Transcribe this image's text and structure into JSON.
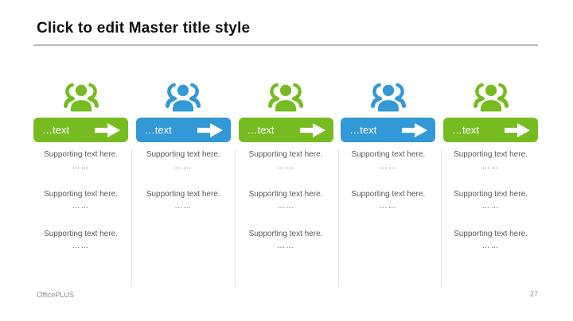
{
  "slide": {
    "title": "Click to edit Master title style",
    "footer_brand": "OfficePLUS",
    "page_number": "27"
  },
  "colors": {
    "green": "#76bc21",
    "blue": "#3398d6",
    "title-text": "#111111",
    "body-text": "#595959",
    "footer-text": "#8c8c8c",
    "divider": "#e0e0e0",
    "underline": "#8f8f8f"
  },
  "columns": [
    {
      "color": "green",
      "icon": "people-group-icon",
      "banner_label": "…text",
      "notes": [
        {
          "line1": "Supporting text here.",
          "line2": "……"
        },
        {
          "line1": "Supporting text here.",
          "line2": "……"
        },
        {
          "line1": "Supporting text here.",
          "line2": "……"
        }
      ]
    },
    {
      "color": "blue",
      "icon": "people-group-icon",
      "banner_label": "…text",
      "notes": [
        {
          "line1": "Supporting text here.",
          "line2": "……"
        },
        {
          "line1": "Supporting text here.",
          "line2": "……"
        }
      ]
    },
    {
      "color": "green",
      "icon": "people-group-icon",
      "banner_label": "…text",
      "notes": [
        {
          "line1": "Supporting text here.",
          "line2": "……"
        },
        {
          "line1": "Supporting text here.",
          "line2": "……"
        },
        {
          "line1": "Supporting text here.",
          "line2": "……"
        }
      ]
    },
    {
      "color": "blue",
      "icon": "people-group-icon",
      "banner_label": "…text",
      "notes": [
        {
          "line1": "Supporting text here.",
          "line2": "……"
        },
        {
          "line1": "Supporting text here.",
          "line2": "……"
        }
      ]
    },
    {
      "color": "green",
      "icon": "people-group-icon",
      "banner_label": "…text",
      "notes": [
        {
          "line1": "Supporting text here.",
          "line2": "……"
        },
        {
          "line1": "Supporting text here.",
          "line2": "……"
        },
        {
          "line1": "Supporting text here.",
          "line2": "……"
        }
      ]
    }
  ]
}
